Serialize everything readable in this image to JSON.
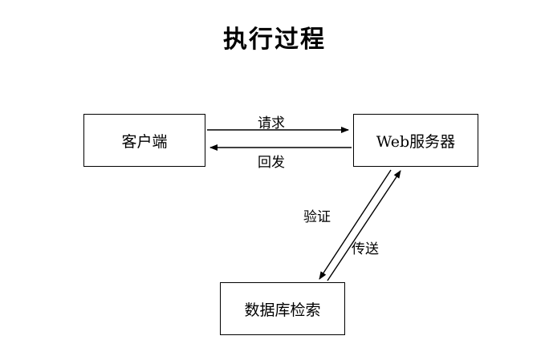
{
  "title": "执行过程",
  "diagram": {
    "type": "flow-diagram",
    "nodes": [
      {
        "id": "client",
        "label": "客户端"
      },
      {
        "id": "server",
        "label": "Web服务器"
      },
      {
        "id": "database",
        "label": "数据库检索"
      }
    ],
    "edges": [
      {
        "id": "request",
        "label": "请求",
        "from": "client",
        "to": "server",
        "direction": "right"
      },
      {
        "id": "reply",
        "label": "回发",
        "from": "server",
        "to": "client",
        "direction": "left"
      },
      {
        "id": "verify",
        "label": "验证",
        "from": "server",
        "to": "database",
        "direction": "down-left"
      },
      {
        "id": "send",
        "label": "传送",
        "from": "database",
        "to": "server",
        "direction": "up-right"
      }
    ],
    "colors": {
      "stroke": "#000000",
      "background": "#ffffff",
      "text": "#000000"
    }
  }
}
